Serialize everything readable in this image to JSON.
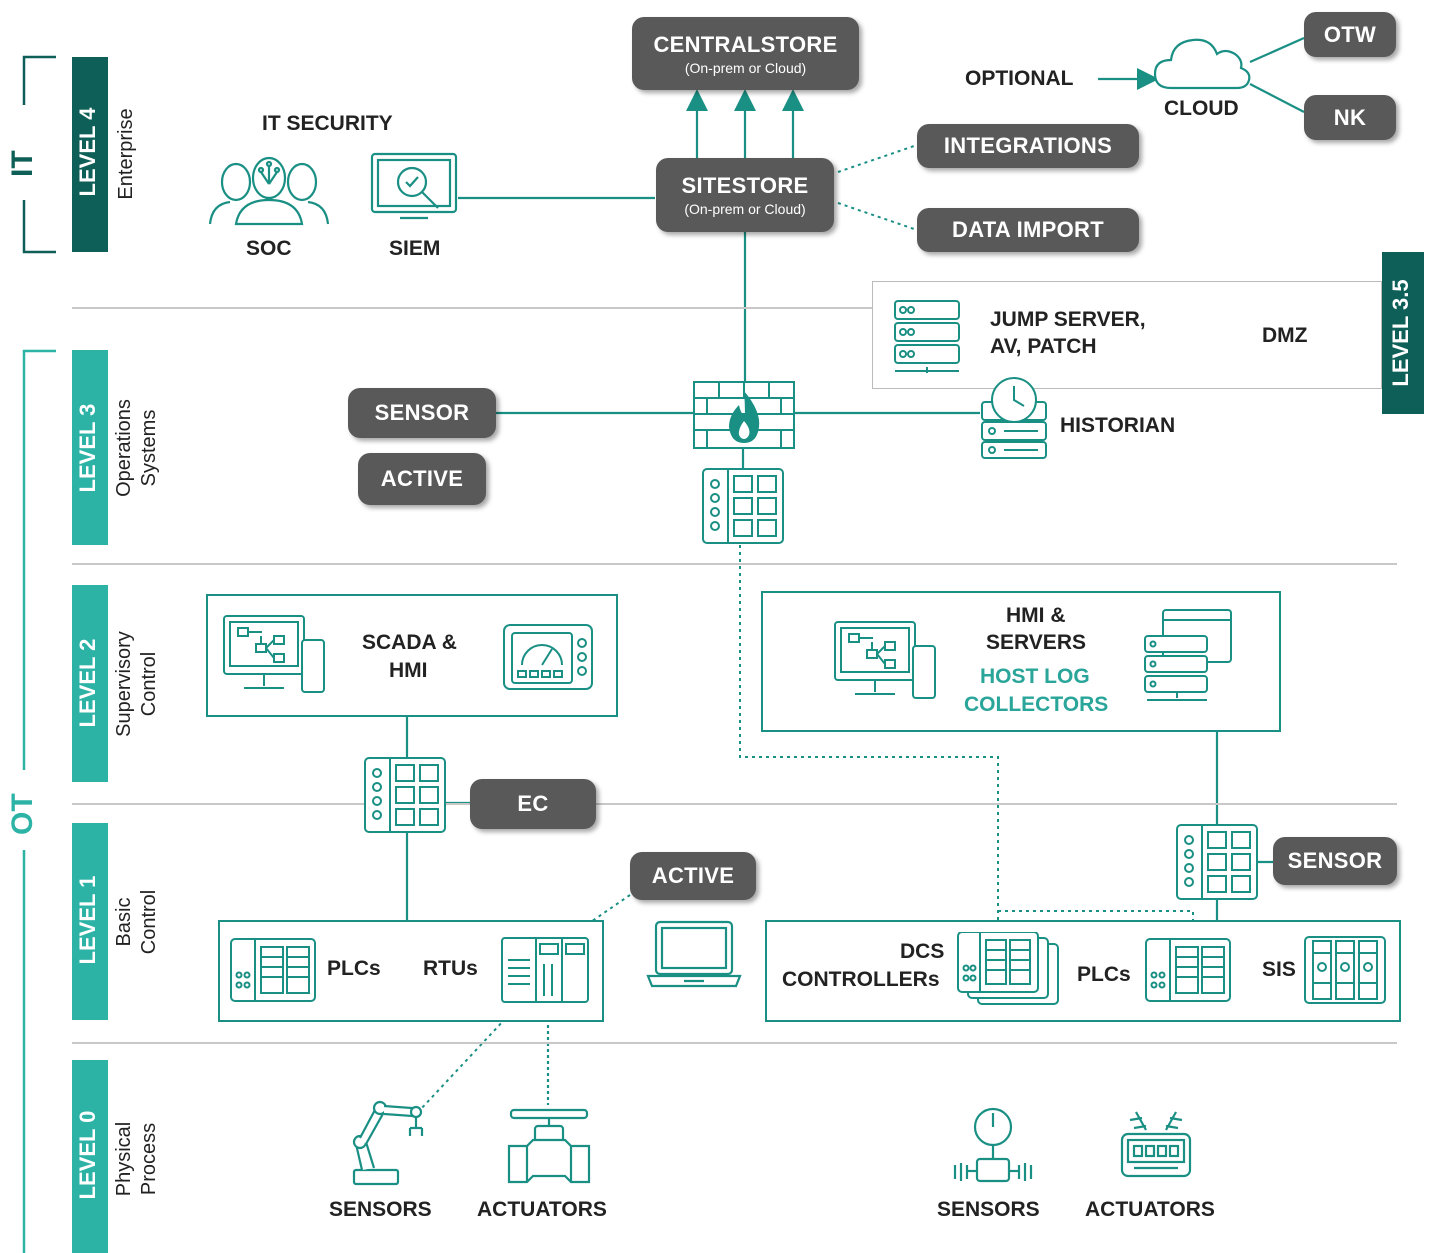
{
  "colors": {
    "teal": "#2db3a6",
    "dark_teal": "#0e5f58",
    "pill": "#595959",
    "line": "#1a8f84"
  },
  "groups": {
    "it": "IT",
    "ot": "OT"
  },
  "levels": {
    "l4": {
      "label": "LEVEL 4",
      "desc": "Enterprise"
    },
    "l35": {
      "label": "LEVEL 3.5"
    },
    "l3": {
      "label": "LEVEL 3",
      "desc1": "Operations",
      "desc2": "Systems"
    },
    "l2": {
      "label": "LEVEL 2",
      "desc1": "Supervisory",
      "desc2": "Control"
    },
    "l1": {
      "label": "LEVEL 1",
      "desc1": "Basic",
      "desc2": "Control"
    },
    "l0": {
      "label": "LEVEL 0",
      "desc1": "Physical",
      "desc2": "Process"
    }
  },
  "nodes": {
    "centralstore": {
      "title": "CENTRALSTORE",
      "sub": "(On-prem or Cloud)"
    },
    "sitestore": {
      "title": "SITESTORE",
      "sub": "(On-prem or Cloud)"
    },
    "integrations": "INTEGRATIONS",
    "data_import": "DATA IMPORT",
    "optional": "OPTIONAL",
    "cloud": "CLOUD",
    "otw": "OTW",
    "nk": "NK",
    "it_security": "IT SECURITY",
    "soc": "SOC",
    "siem": "SIEM",
    "jump_server_1": "JUMP SERVER,",
    "jump_server_2": "AV, PATCH",
    "dmz": "DMZ",
    "sensor_l3": "SENSOR",
    "active_l3": "ACTIVE",
    "historian": "HISTORIAN",
    "scada_1": "SCADA &",
    "scada_2": "HMI",
    "hmi_servers_1": "HMI &",
    "hmi_servers_2": "SERVERS",
    "host_log_1": "HOST LOG",
    "host_log_2": "COLLECTORS",
    "ec": "EC",
    "active_l1": "ACTIVE",
    "sensor_l1": "SENSOR",
    "plcs_left": "PLCs",
    "rtus": "RTUs",
    "dcs_1": "DCS",
    "dcs_2": "CONTROLLERs",
    "plcs_right": "PLCs",
    "sis": "SIS",
    "sensors_left": "SENSORS",
    "actuators_left": "ACTUATORS",
    "sensors_right": "SENSORS",
    "actuators_right": "ACTUATORS"
  }
}
